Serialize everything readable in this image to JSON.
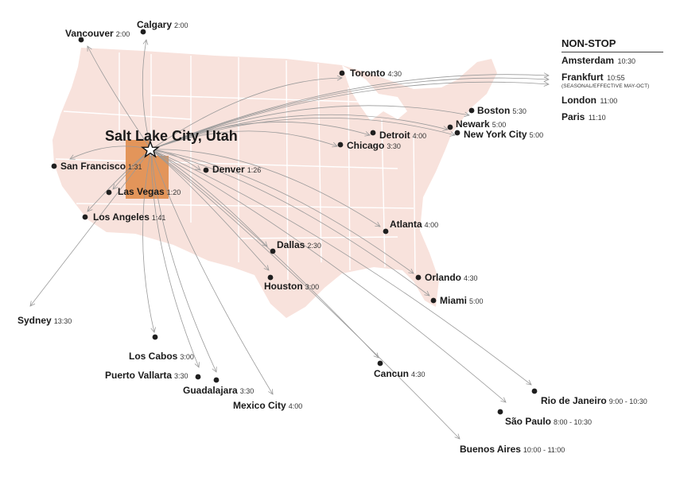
{
  "hub": {
    "label": "Salt Lake City, Utah",
    "icon": "star-icon"
  },
  "colors": {
    "land": "#f8e2dc",
    "state_lines": "#ffffff",
    "utah": "#e3955a",
    "route": "#9a9a9a",
    "dot": "#1f1f1f"
  },
  "destinations": [
    {
      "name": "Vancouver",
      "time": "2:00"
    },
    {
      "name": "Calgary",
      "time": "2:00"
    },
    {
      "name": "Toronto",
      "time": "4:30"
    },
    {
      "name": "Boston",
      "time": "5:30"
    },
    {
      "name": "Newark",
      "time": "5:00"
    },
    {
      "name": "New York City",
      "time": "5:00"
    },
    {
      "name": "Detroit",
      "time": "4:00"
    },
    {
      "name": "Chicago",
      "time": "3:30"
    },
    {
      "name": "San Francisco",
      "time": "1:31"
    },
    {
      "name": "Denver",
      "time": "1:26"
    },
    {
      "name": "Las Vegas",
      "time": "1:20"
    },
    {
      "name": "Los Angeles",
      "time": "1:41"
    },
    {
      "name": "Atlanta",
      "time": "4:00"
    },
    {
      "name": "Dallas",
      "time": "2:30"
    },
    {
      "name": "Houston",
      "time": "3:00"
    },
    {
      "name": "Orlando",
      "time": "4:30"
    },
    {
      "name": "Miami",
      "time": "5:00"
    },
    {
      "name": "Sydney",
      "time": "13:30"
    },
    {
      "name": "Los Cabos",
      "time": "3:00"
    },
    {
      "name": "Puerto Vallarta",
      "time": "3:30"
    },
    {
      "name": "Guadalajara",
      "time": "3:30"
    },
    {
      "name": "Mexico City",
      "time": "4:00"
    },
    {
      "name": "Cancun",
      "time": "4:30"
    },
    {
      "name": "Rio de Janeiro",
      "time": "9:00 - 10:30"
    },
    {
      "name": "São Paulo",
      "time": "8:00 - 10:30"
    },
    {
      "name": "Buenos Aires",
      "time": "10:00 - 11:00"
    }
  ],
  "nonstop": {
    "title": "NON-STOP",
    "items": [
      {
        "name": "Amsterdam",
        "time": "10:30",
        "note": ""
      },
      {
        "name": "Frankfurt",
        "time": "10:55",
        "note": "(SEASONAL/EFFECTIVE MAY-OCT)"
      },
      {
        "name": "London",
        "time": "11:00",
        "note": ""
      },
      {
        "name": "Paris",
        "time": "11:10",
        "note": ""
      }
    ]
  }
}
